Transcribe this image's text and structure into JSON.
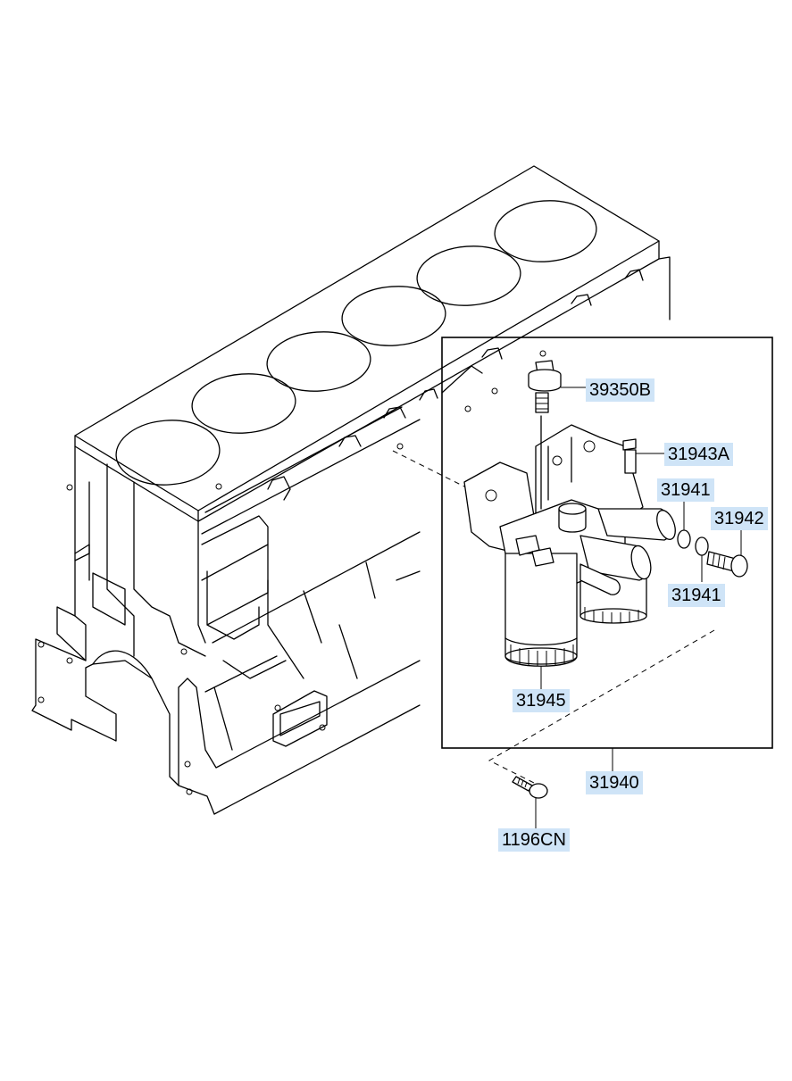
{
  "colors": {
    "label_background": "#cfe4f7",
    "line": "#000000",
    "background": "#ffffff"
  },
  "parts": [
    {
      "id": "p39350B",
      "number": "39350B"
    },
    {
      "id": "p31943A",
      "number": "31943A"
    },
    {
      "id": "p31941a",
      "number": "31941"
    },
    {
      "id": "p31942",
      "number": "31942"
    },
    {
      "id": "p31941b",
      "number": "31941"
    },
    {
      "id": "p31945",
      "number": "31945"
    },
    {
      "id": "p31940",
      "number": "31940"
    },
    {
      "id": "p1196CN",
      "number": "1196CN"
    }
  ]
}
